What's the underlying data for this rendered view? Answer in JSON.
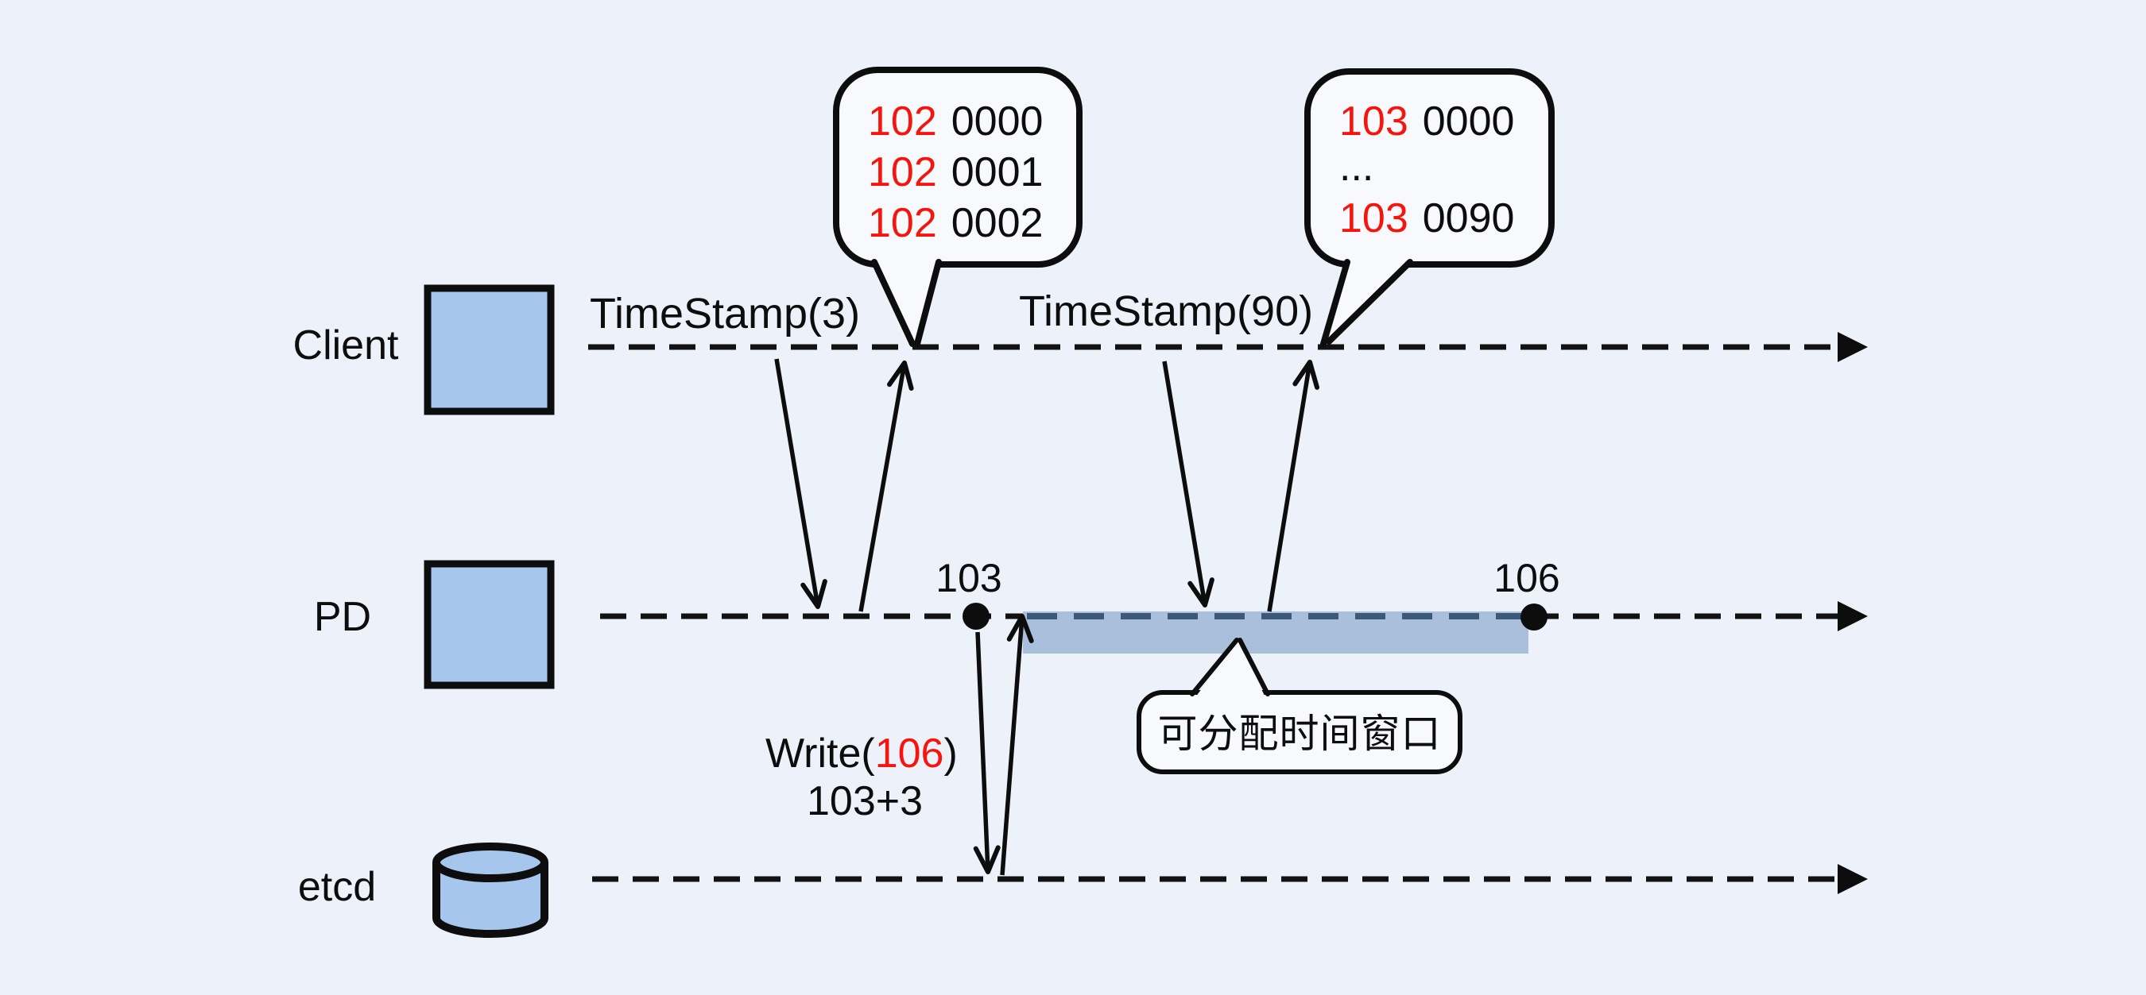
{
  "colors": {
    "background": "#edf1fa",
    "node_fill": "#a6c6ee",
    "outline": "#0d0d0d",
    "bubble_fill": "#f7f9fd",
    "window_fill": "#a9bfdc",
    "window_dash": "#3c5a78",
    "red": "#f5150d",
    "text": "#0d0d0d"
  },
  "lanes": {
    "client": {
      "label": "Client"
    },
    "pd": {
      "label": "PD"
    },
    "etcd": {
      "label": "etcd"
    }
  },
  "requests": {
    "first": {
      "label": "TimeStamp(3)"
    },
    "second": {
      "label": "TimeStamp(90)"
    }
  },
  "bubble_first": {
    "rows": [
      {
        "prefix": "102",
        "value": "0000"
      },
      {
        "prefix": "102",
        "value": "0001"
      },
      {
        "prefix": "102",
        "value": "0002"
      }
    ]
  },
  "bubble_second": {
    "row_top": {
      "prefix": "103",
      "value": "0000"
    },
    "ellipsis": "...",
    "row_bottom": {
      "prefix": "103",
      "value": "0090"
    }
  },
  "pd_points": {
    "window_start": "103",
    "window_end": "106"
  },
  "etcd_write": {
    "call_prefix": "Write(",
    "call_value": "106",
    "call_suffix": ")",
    "note": "103+3"
  },
  "window_label": "可分配时间窗口"
}
